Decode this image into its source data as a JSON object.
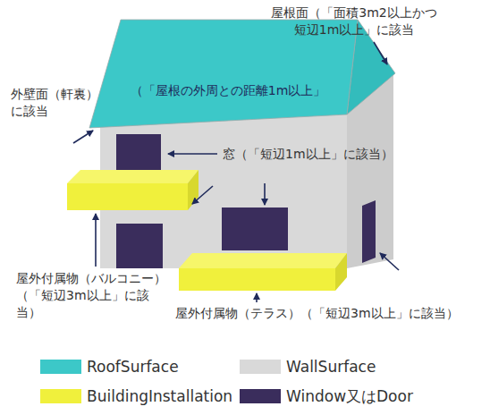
{
  "diagram": {
    "nodes": [
      {
        "text": [
          "（「屋根の外周との距離1m以上」"
        ]
      }
    ],
    "labels": [
      "屋根面（「面積3m2以上かつ 短辺1m以上」に該当",
      "外壁面（軒裏） に該当",
      "窓（「短辺1m以上」に該当）",
      "屋外付属物（バルコニー） （「短辺3m以上」に該当）",
      "屋外付属物（テラス）（「短辺3m以上」に該当）"
    ],
    "legend": [
      {
        "text": "RoofSurface",
        "color": "#3cc8c8"
      },
      {
        "text": "WallSurface",
        "color": "#d9d9d9"
      },
      {
        "text": "BuildingInstallation",
        "color": "#f0f03c"
      },
      {
        "text": "Window又はDoor",
        "color": "#3a2d5c"
      }
    ]
  }
}
